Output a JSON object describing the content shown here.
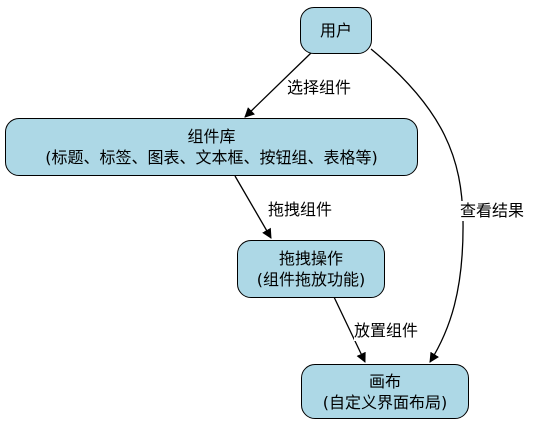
{
  "nodes": {
    "user": {
      "line1": "用户"
    },
    "library": {
      "line1": "组件库",
      "line2": "(标题、标签、图表、文本框、按钮组、表格等)"
    },
    "drag": {
      "line1": "拖拽操作",
      "line2": "(组件拖放功能)"
    },
    "canvas": {
      "line1": "画布",
      "line2": "(自定义界面布局)"
    }
  },
  "edges": {
    "select": "选择组件",
    "drag": "拖拽组件",
    "place": "放置组件",
    "view": "查看结果"
  },
  "colors": {
    "node_fill": "#add8e6",
    "stroke": "#000000"
  }
}
